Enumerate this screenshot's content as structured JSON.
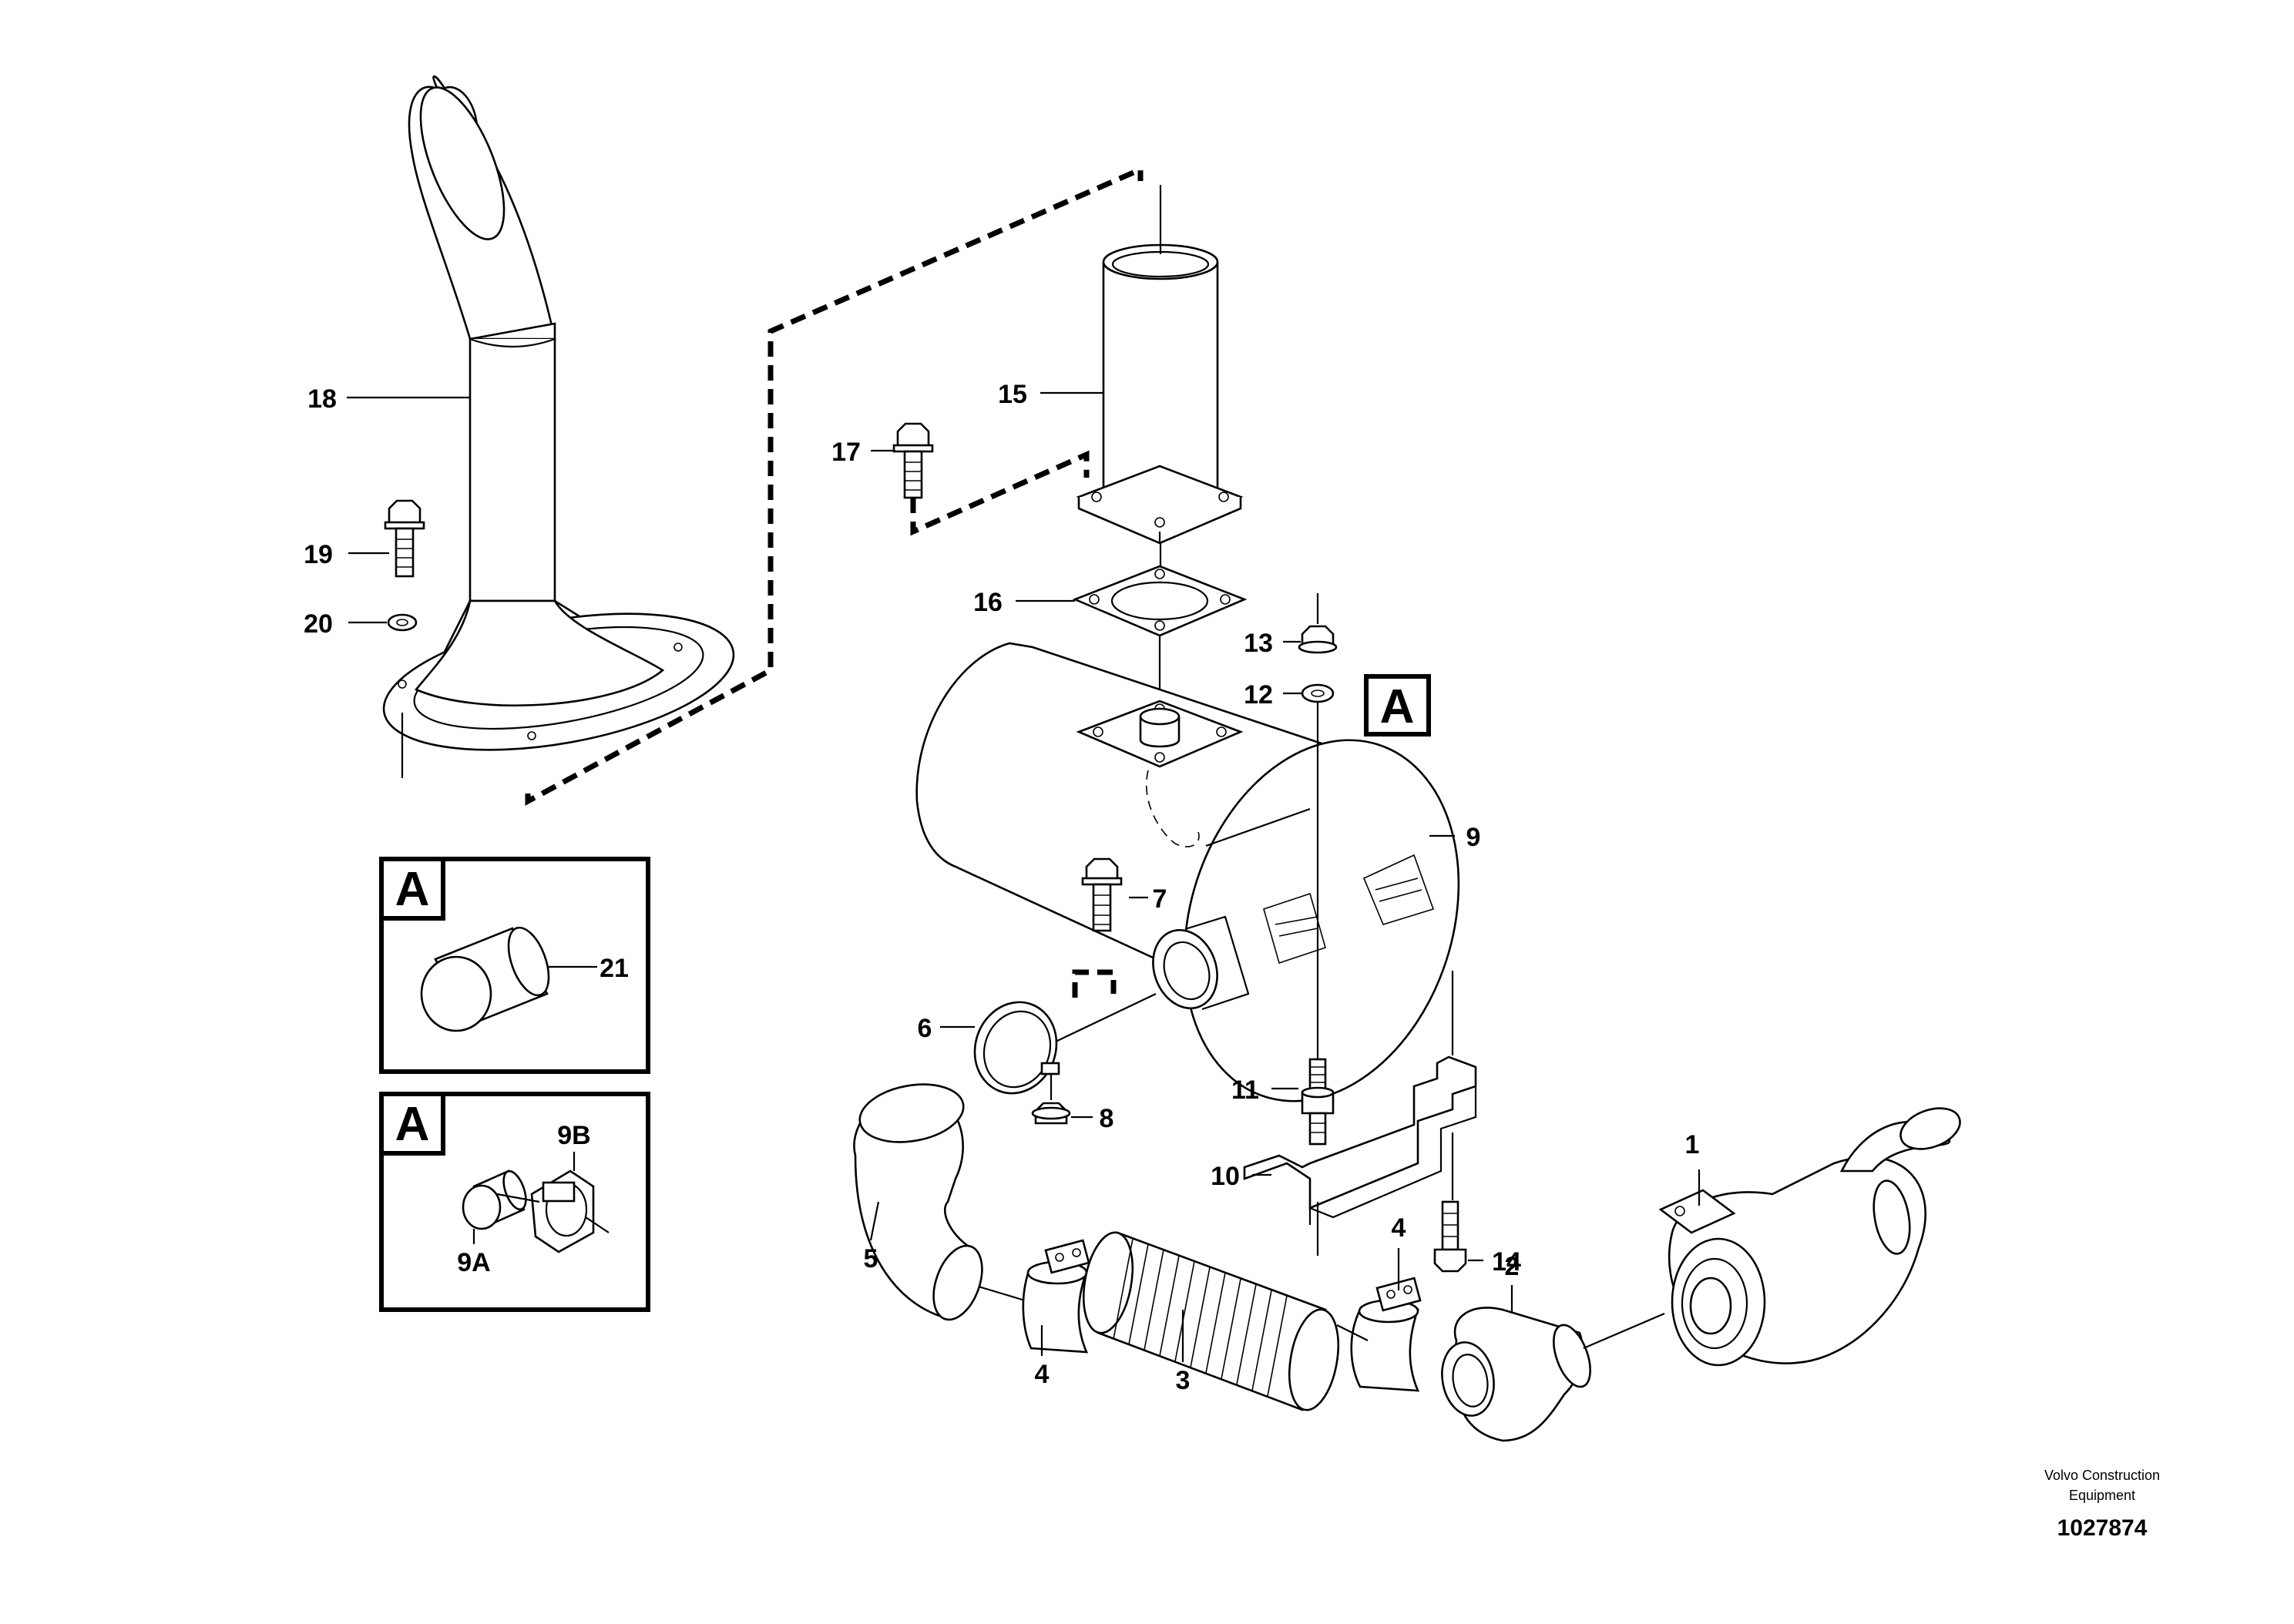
{
  "callouts": {
    "c1": "1",
    "c2": "2",
    "c3": "3",
    "c4a": "4",
    "c4b": "4",
    "c5": "5",
    "c6": "6",
    "c7": "7",
    "c8": "8",
    "c9": "9",
    "c10": "10",
    "c11": "11",
    "c12": "12",
    "c13": "13",
    "c14": "14",
    "c15": "15",
    "c16": "16",
    "c17": "17",
    "c18": "18",
    "c19": "19",
    "c20": "20",
    "c21": "21",
    "c9a": "9A",
    "c9b": "9B"
  },
  "detail_marker": "A",
  "detail_box_1": {
    "letter": "A"
  },
  "detail_box_2": {
    "letter": "A"
  },
  "publisher": {
    "line1": "Volvo Construction",
    "line2": "Equipment",
    "number": "1027874"
  }
}
